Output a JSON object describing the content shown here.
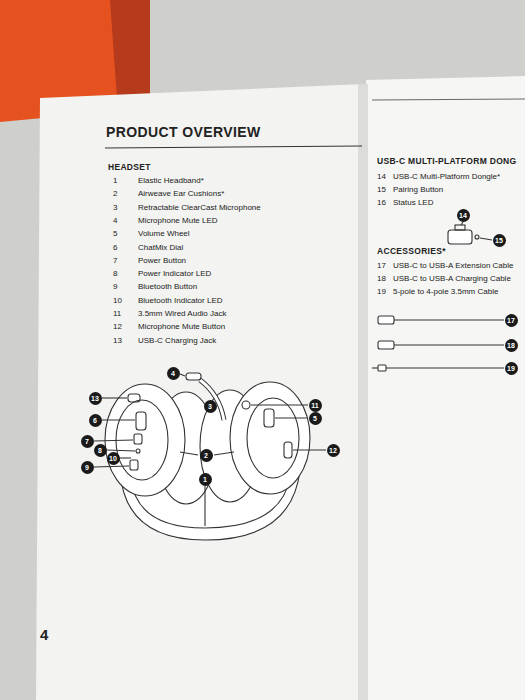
{
  "diagram": {
    "title": "PRODUCT OVERVIEW",
    "labels": [
      "HEADSET",
      "1",
      "Elastic Headband*",
      "2",
      "Airweave Ear Cushions*",
      "3",
      "Retractable ClearCast Microphone",
      "4",
      "Microphone Mute LED",
      "5",
      "Volume Wheel",
      "6",
      "ChatMix Dial",
      "7",
      "Power Button",
      "8",
      "Power Indicator LED",
      "9",
      "Bluetooth Button",
      "10",
      "Bluetooth Indicator LED",
      "11",
      "3.5mm Wired Audio Jack",
      "12",
      "Microphone Mute Button",
      "13",
      "USB-C Charging Jack",
      "USB-C MULTI-PLATFORM DONG",
      "14",
      "USB-C Multi-Platform Dongle*",
      "15",
      "Pairing Button",
      "16",
      "Status LED",
      "ACCESSORIES*",
      "17",
      "USB-C to USB-A Extension Cable",
      "18",
      "USB-C to USB-A Charging Cable",
      "19",
      "5-pole to 4-pole 3.5mm Cable",
      "4",
      "3",
      "13",
      "6",
      "11",
      "5",
      "7",
      "8",
      "10",
      "9",
      "2",
      "12",
      "1",
      "14",
      "15",
      "17",
      "18",
      "19",
      "4"
    ]
  }
}
